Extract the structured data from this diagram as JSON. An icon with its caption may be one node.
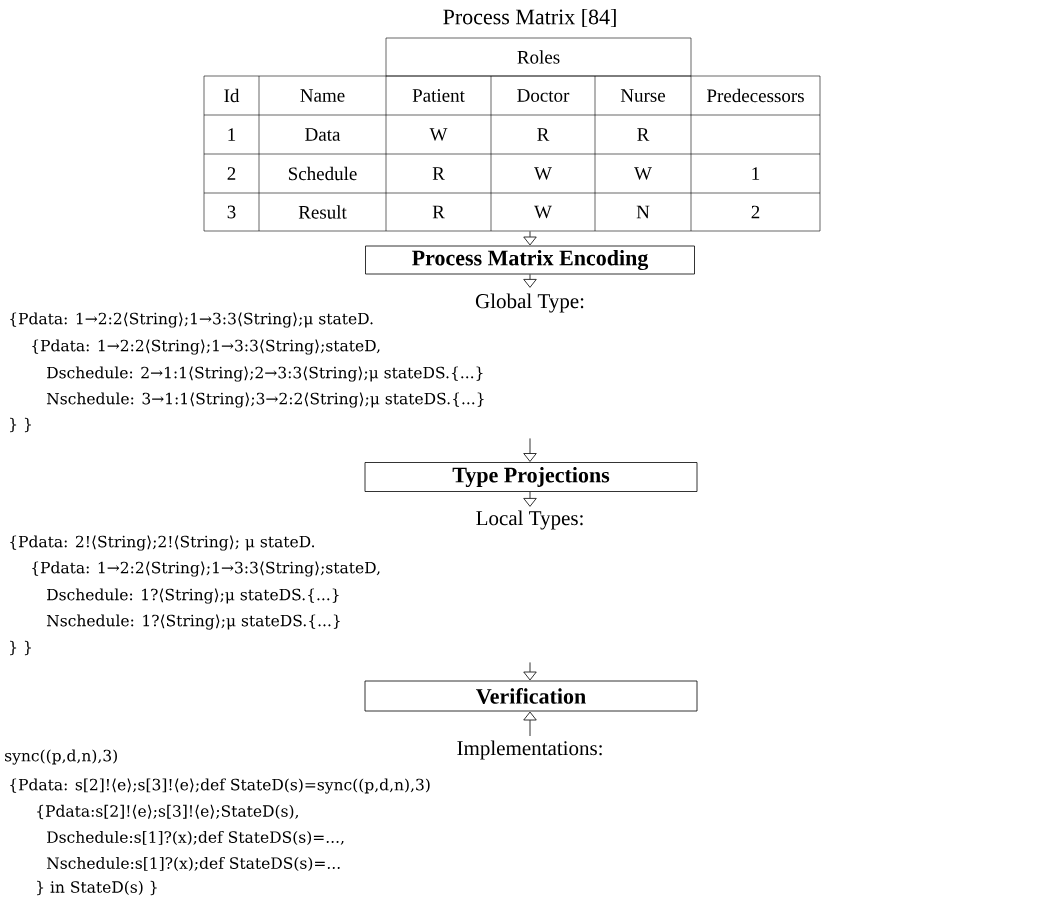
{
  "diagram": {
    "nodes": [
      {
        "text": [
          "Process Matrix [84]"
        ]
      },
      {
        "text": [
          "Process Matrix Encoding"
        ]
      },
      {
        "text": [
          "Global Type:",
          "{Pdata: 1→2:2⟨String⟩;1→3:3⟨String⟩;μ stateD.",
          "{Pdata: 1→2:2⟨String⟩;1→3:3⟨String⟩;stateD,",
          "Dschedule: 2→1:1⟨String⟩;2→3:3⟨String⟩;μ stateDS.{...}",
          "Nschedule: 3→1:1⟨String⟩;3→2:2⟨String⟩;μ stateDS.{...}",
          "} }"
        ]
      },
      {
        "text": [
          "Type Projections"
        ]
      },
      {
        "text": [
          "Local Types:",
          "{Pdata: 2!⟨String⟩;2!⟨String⟩; μ stateD.",
          "{Pdata: 1→2:2⟨String⟩;1→3:3⟨String⟩;stateD,",
          "Dschedule: 1?⟨String⟩;μ stateDS.{...}",
          "Nschedule: 1?⟨String⟩;μ stateDS.{...}",
          "} }"
        ]
      },
      {
        "text": [
          "Verification"
        ]
      },
      {
        "text": [
          "sync((p,d,n),3)",
          "Implementations:",
          "{Pdata: s[2]!⟨e⟩;s[3]!⟨e⟩;def StateD(s)=sync((p,d,n),3)",
          "{Pdata:s[2]!⟨e⟩;s[3]!⟨e⟩;StateD(s),",
          "Dschedule:s[1]?(x);def StateDS(s)=...,",
          "Nschedule:s[1]?(x);def StateDS(s)=...",
          "} in StateD(s) }"
        ]
      }
    ],
    "edges": [
      {
        "from": 0,
        "to": 1,
        "arrow": "to"
      },
      {
        "from": 1,
        "to": 2,
        "arrow": "to"
      },
      {
        "from": 2,
        "to": 3,
        "arrow": "to"
      },
      {
        "from": 3,
        "to": 4,
        "arrow": "to"
      },
      {
        "from": 4,
        "to": 5,
        "arrow": "to"
      },
      {
        "from": 6,
        "to": 5,
        "arrow": "to"
      }
    ],
    "labels": [
      "Roles",
      "Id",
      "Name",
      "Patient",
      "Doctor",
      "Nurse",
      "Predecessors",
      "1",
      "Data",
      "W",
      "R",
      "R",
      "2",
      "Schedule",
      "R",
      "W",
      "W",
      "1",
      "3",
      "Result",
      "R",
      "W",
      "N",
      "2"
    ]
  }
}
